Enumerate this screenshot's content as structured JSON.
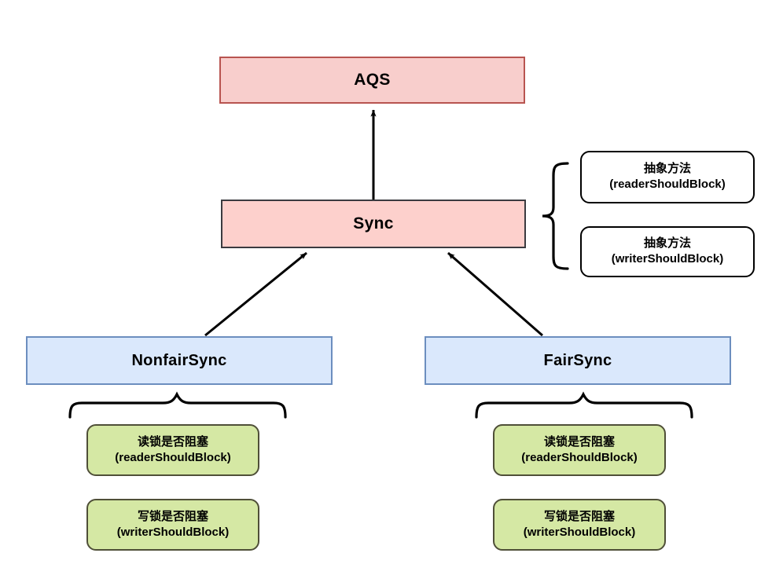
{
  "diagram": {
    "title": "ReentrantReadWriteLock Sync class hierarchy",
    "colors": {
      "pink_fill": "#f8cecc",
      "pink_stroke": "#b85450",
      "pink_dark_fill": "#fdd0cc",
      "dark_stroke": "#3b3b40",
      "blue_fill": "#dae8fc",
      "blue_stroke": "#6c8ebf",
      "green_fill": "#d5e8a4",
      "green_stroke": "#4f4f38",
      "white_fill": "#ffffff",
      "black_stroke": "#000000",
      "background": "#ffffff"
    },
    "nodes": {
      "aqs": {
        "label": "AQS"
      },
      "sync": {
        "label": "Sync"
      },
      "nonfair_sync": {
        "label": "NonfairSync"
      },
      "fair_sync": {
        "label": "FairSync"
      },
      "abstract_reader": {
        "line1": "抽象方法",
        "line2": "(readerShouldBlock)"
      },
      "abstract_writer": {
        "line1": "抽象方法",
        "line2": "(writerShouldBlock)"
      },
      "nonfair_reader": {
        "line1": "读锁是否阻塞",
        "line2": "(readerShouldBlock)"
      },
      "nonfair_writer": {
        "line1": "写锁是否阻塞",
        "line2": "(writerShouldBlock)"
      },
      "fair_reader": {
        "line1": "读锁是否阻塞",
        "line2": "(readerShouldBlock)"
      },
      "fair_writer": {
        "line1": "写锁是否阻塞",
        "line2": "(writerShouldBlock)"
      }
    },
    "edges": [
      {
        "name": "sync-extends-aqs",
        "from": "sync",
        "to": "aqs",
        "kind": "inheritance-arrow"
      },
      {
        "name": "nonfairsync-extends-sync",
        "from": "nonfair_sync",
        "to": "sync",
        "kind": "inheritance-arrow"
      },
      {
        "name": "fairsync-extends-sync",
        "from": "fair_sync",
        "to": "sync",
        "kind": "inheritance-arrow"
      }
    ],
    "braces": [
      {
        "name": "sync-abstract-methods-brace",
        "orientation": "left"
      },
      {
        "name": "nonfairsync-methods-brace",
        "orientation": "top"
      },
      {
        "name": "fairsync-methods-brace",
        "orientation": "top"
      }
    ]
  }
}
